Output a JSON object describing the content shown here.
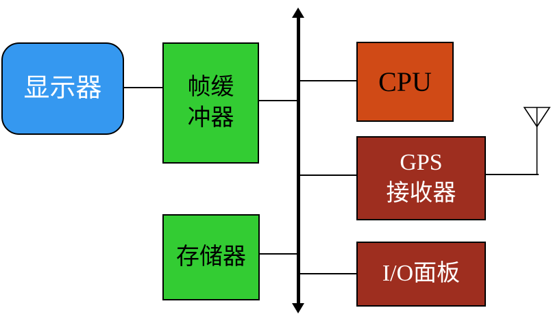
{
  "diagram": {
    "type": "block-diagram",
    "nodes": {
      "display": {
        "label": "显示器",
        "fill": "#3598F0",
        "text_color": "#FFFFFF",
        "shape": "rounded-rectangle"
      },
      "frame_buffer": {
        "label": "帧缓\n冲器",
        "fill": "#33CC33",
        "text_color": "#000000",
        "shape": "rectangle"
      },
      "memory": {
        "label": "存储器",
        "fill": "#33CC33",
        "text_color": "#000000",
        "shape": "rectangle"
      },
      "cpu": {
        "label": "CPU",
        "fill": "#D04A16",
        "text_color": "#000000",
        "shape": "rectangle"
      },
      "gps_receiver": {
        "label": "GPS\n接收器",
        "fill": "#9E2E1F",
        "text_color": "#FFFFFF",
        "shape": "rectangle"
      },
      "io_panel": {
        "label": "I/O面板",
        "fill": "#9E2E1F",
        "text_color": "#FFFFFF",
        "shape": "rectangle"
      }
    },
    "bus": {
      "orientation": "vertical",
      "color": "#000000",
      "arrows": "both-ends"
    },
    "connections": [
      {
        "from": "display",
        "to": "frame_buffer"
      },
      {
        "from": "frame_buffer",
        "to": "bus"
      },
      {
        "from": "bus",
        "to": "cpu"
      },
      {
        "from": "bus",
        "to": "gps_receiver"
      },
      {
        "from": "memory",
        "to": "bus"
      },
      {
        "from": "bus",
        "to": "io_panel"
      },
      {
        "from": "gps_receiver",
        "to": "antenna"
      }
    ],
    "icons": {
      "antenna": "antenna-icon"
    }
  }
}
